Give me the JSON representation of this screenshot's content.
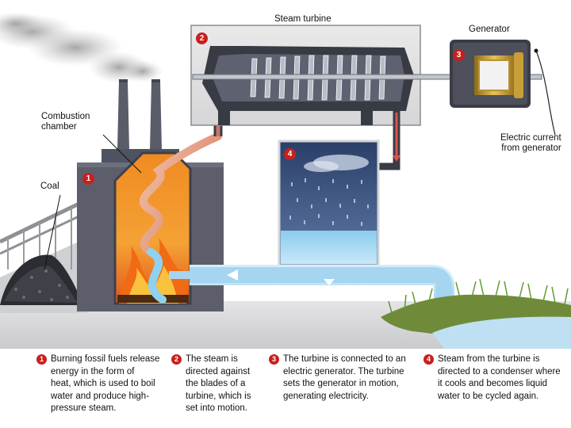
{
  "labels": {
    "steam_turbine": "Steam turbine",
    "generator": "Generator",
    "combustion_chamber": "Combustion\nchamber",
    "coal": "Coal",
    "electric_current": "Electric current\nfrom generator"
  },
  "badges": [
    "1",
    "2",
    "3",
    "4"
  ],
  "captions": [
    {
      "num": "1",
      "text": "Burning fossil fuels release\nenergy in the form of\nheat, which is used to boil\nwater and produce high-\npressure steam."
    },
    {
      "num": "2",
      "text": "The steam is\ndirected against\nthe blades of a\nturbine, which is\nset into motion."
    },
    {
      "num": "3",
      "text": "The turbine is connected to an\nelectric generator. The turbine\nsets the generator in motion,\ngenerating electricity."
    },
    {
      "num": "4",
      "text": "Steam from the turbine is\ndirected to a condenser where\nit cools and becomes liquid\nwater to be cycled again."
    }
  ],
  "colors": {
    "badge_red": "#c8201e",
    "building_gray": "#5c5f6b",
    "water_blue": "#a8d8f0",
    "fire_orange": "#f07a1a"
  }
}
